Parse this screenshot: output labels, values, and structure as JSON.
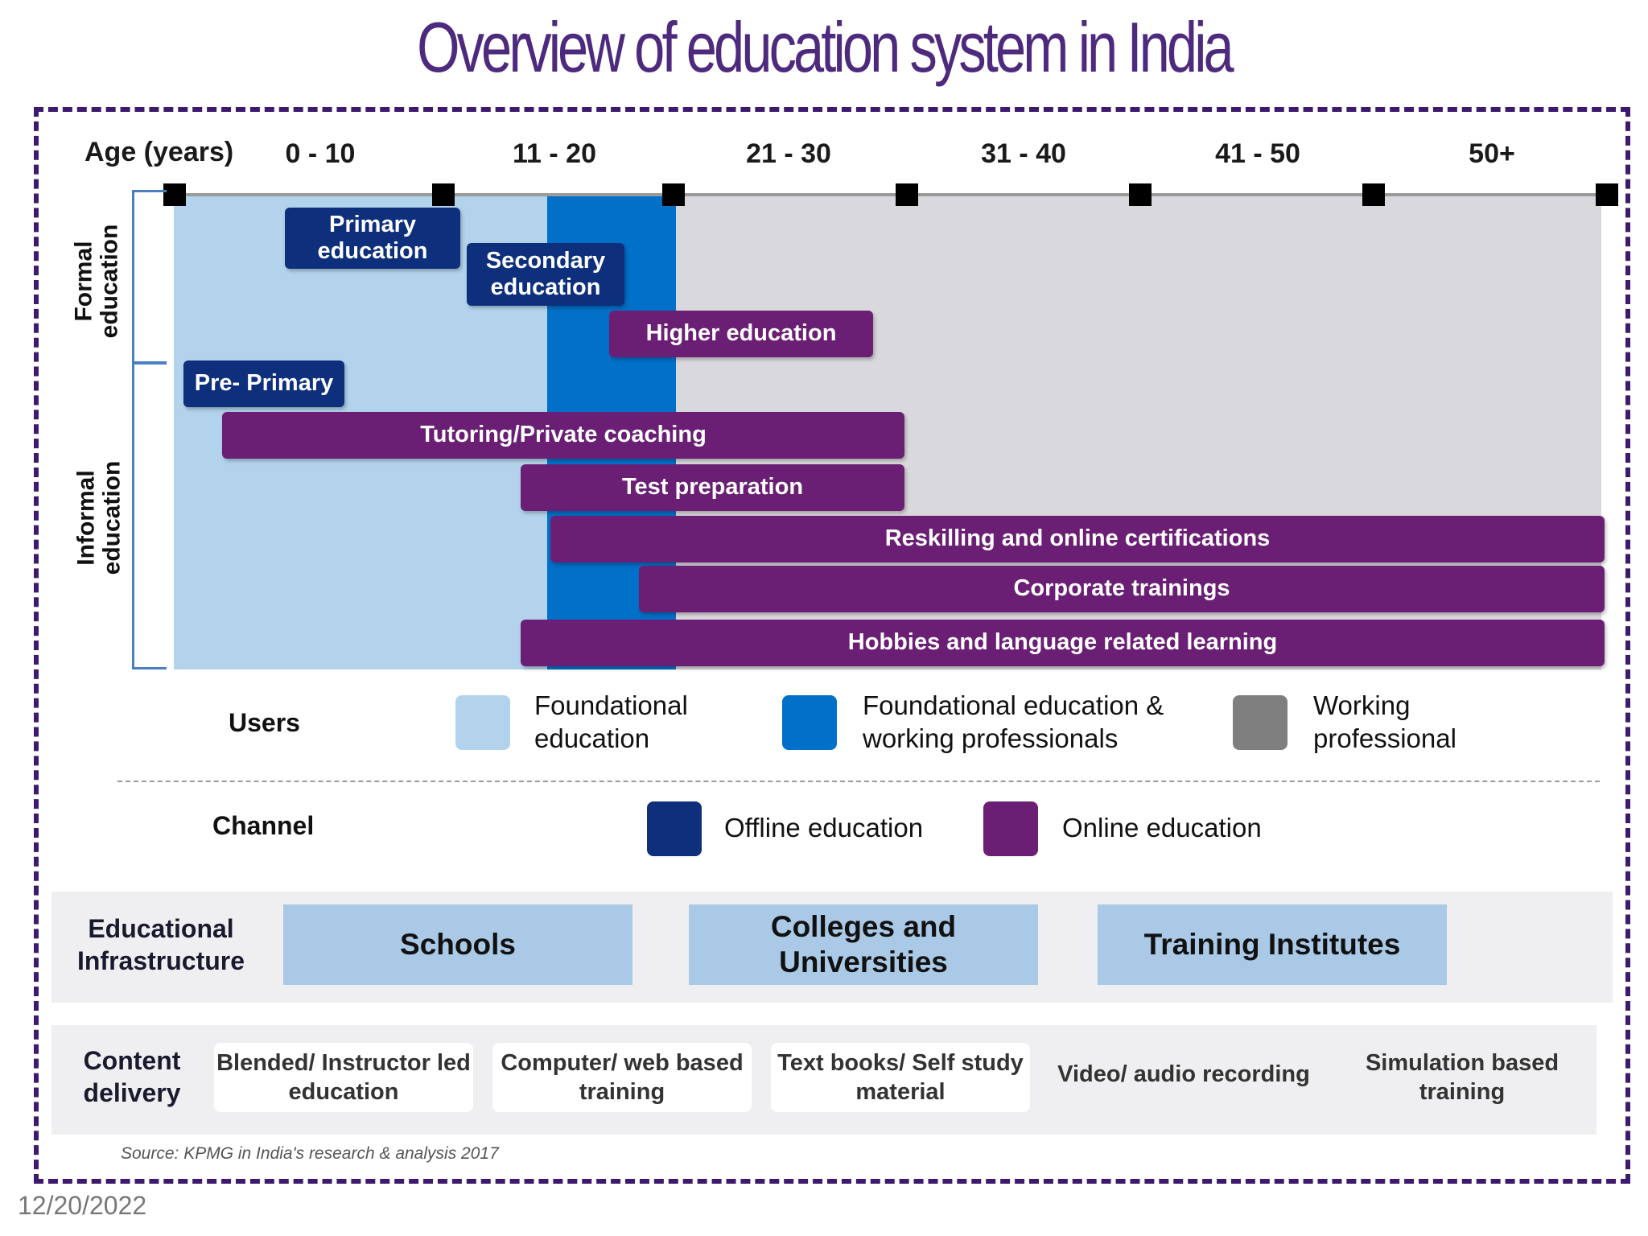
{
  "title": "Overview of education system in India",
  "age_axis": {
    "label": "Age (years)",
    "ranges": [
      "0 - 10",
      "11 - 20",
      "21 - 30",
      "31 - 40",
      "41 - 50",
      "50+"
    ]
  },
  "side_labels": {
    "formal": "Formal education",
    "informal": "Informal education"
  },
  "bars": {
    "primary": "Primary education",
    "secondary": "Secondary education",
    "higher": "Higher education",
    "pre_primary": "Pre- Primary",
    "tutoring": "Tutoring/Private coaching",
    "test_prep": "Test preparation",
    "reskilling": "Reskilling and online certifications",
    "corporate": "Corporate trainings",
    "hobbies": "Hobbies and language related learning"
  },
  "users": {
    "label": "Users",
    "items": [
      {
        "text": "Foundational education",
        "color": "#b3d3ec"
      },
      {
        "text": "Foundational education & working professionals",
        "color": "#0070c8"
      },
      {
        "text": "Working professional",
        "color": "#7f7f7f"
      }
    ]
  },
  "channel": {
    "label": "Channel",
    "items": [
      {
        "text": "Offline education",
        "color": "#0d2f7c"
      },
      {
        "text": "Online education",
        "color": "#6a1f74"
      }
    ]
  },
  "infrastructure": {
    "label": "Educational Infrastructure",
    "items": [
      "Schools",
      "Colleges and Universities",
      "Training Institutes"
    ]
  },
  "content_delivery": {
    "label": "Content delivery",
    "items": [
      "Blended/ Instructor led education",
      "Computer/ web based training",
      "Text books/ Self study material",
      "Video/ audio recording",
      "Simulation based training"
    ]
  },
  "source": "Source: KPMG in India's research & analysis 2017",
  "date": "12/20/2022",
  "colors": {
    "foundational": "#b3d3ec",
    "both": "#0070c8",
    "working": "#d9d8dc",
    "offline": "#0d2f7c",
    "online": "#6a1f74",
    "title": "#4e2a7e"
  }
}
